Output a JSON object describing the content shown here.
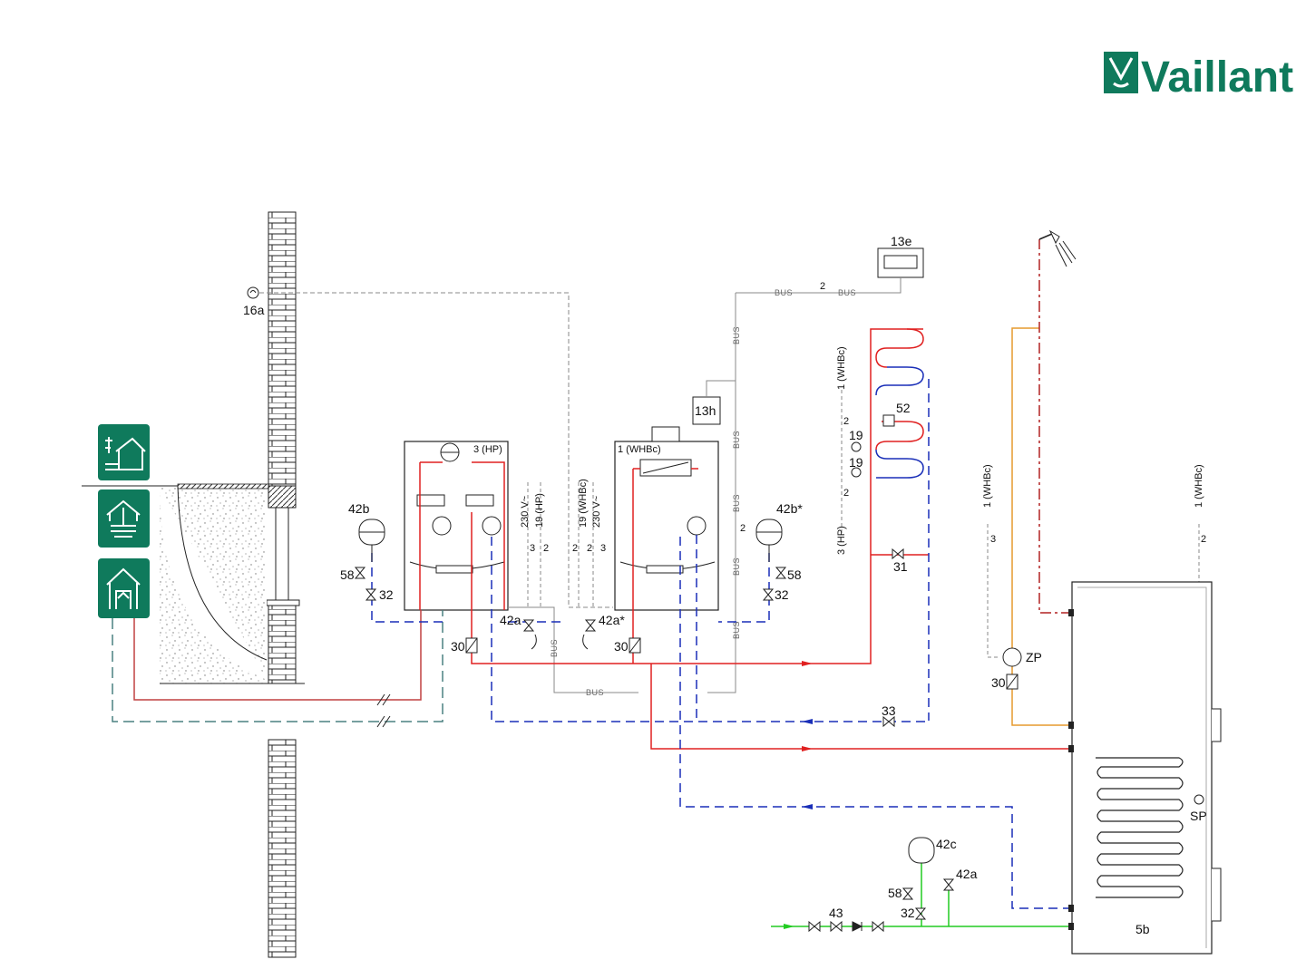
{
  "brand": {
    "name": "Vaillant",
    "color": "#0f7a5c"
  },
  "colors": {
    "flow": "#e02020",
    "return": "#1a2fb8",
    "cold_water": "#22cc22",
    "hot_water": "#e69a2e",
    "dhw_draw": "#b22222",
    "bus": "#888888",
    "collector": "#4a8080"
  },
  "labels": {
    "outdoor_sensor": "16a",
    "heat_pump": "3 (HP)",
    "boiler": "1 (WHBc)",
    "controller": "13e",
    "remote": "13h",
    "exp_left": "42b",
    "exp_right": "42b*",
    "iso_58_left": "58",
    "iso_32_left": "32",
    "iso_58_right": "58",
    "iso_32_right": "32",
    "safety_left": "42a",
    "safety_right": "42a*",
    "filter_left": "30",
    "filter_right": "30",
    "filter_zp": "30",
    "valve_52": "52",
    "sensor_19a": "19",
    "sensor_19b": "19",
    "valve_31": "31",
    "valve_33": "33",
    "pump_zp": "ZP",
    "sensor_sp": "SP",
    "tank": "5b",
    "exp_cold": "42c",
    "safety_cold": "42a",
    "iso_58_cold": "58",
    "iso_32_cold": "32",
    "valve_43": "43",
    "cable_230_hp": "230 V~",
    "cable_19_hp": "19 (HP)",
    "cable_19_whbc": "19 (WHBc)",
    "cable_230_whbc": "230 V~",
    "cable_1_whbc_top": "1 (WHBc)",
    "cable_3_hp": "3 (HP)",
    "cable_1_whbc_zp": "1 (WHBc)",
    "cable_1_whbc_sp": "1 (WHBc)",
    "wire_count_2": "2",
    "wire_count_3": "3",
    "bus": "BUS"
  },
  "icons": [
    "house-temperature-icon",
    "ground-collector-icon",
    "heat-pump-house-icon",
    "shower-icon",
    "brick-wall-icon"
  ]
}
